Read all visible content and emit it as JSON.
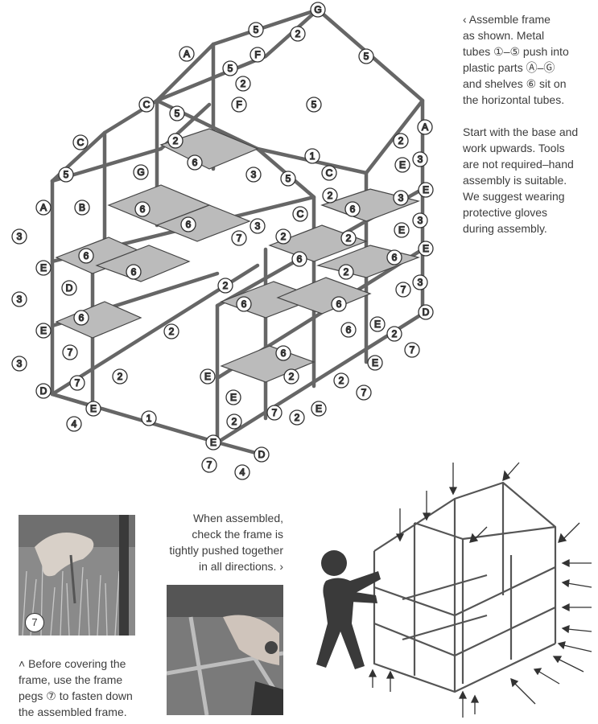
{
  "instructions": {
    "lines": [
      "‹ Assemble frame",
      "as shown. Metal",
      "tubes ①–⑤ push into",
      "plastic parts Ⓐ–Ⓖ",
      "and shelves ⑥ sit on",
      "the horizontal tubes."
    ],
    "lines2": [
      "Start with the base and",
      "work upwards. Tools",
      "are not required–hand",
      "assembly is suitable.",
      "We suggest wearing",
      "protective gloves",
      "during assembly."
    ]
  },
  "assembled_note": {
    "lines": [
      "When assembled,",
      "check the frame is",
      "tightly pushed together",
      "in all directions. ›"
    ]
  },
  "pegs_note": {
    "lines": [
      "˄ Before covering the",
      "frame, use the frame",
      "pegs ⑦ to fasten down",
      "the assembled frame."
    ]
  },
  "photo_badge": "7",
  "diagram_labels": {
    "tubes": [
      "1",
      "2",
      "3",
      "4",
      "5",
      "6",
      "7"
    ],
    "connectors": [
      "A",
      "B",
      "C",
      "D",
      "E",
      "F",
      "G"
    ]
  }
}
